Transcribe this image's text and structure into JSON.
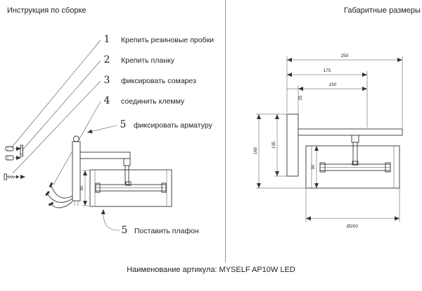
{
  "page": {
    "left_title": "Инструкция по сборке",
    "right_title": "Габаритные размеры",
    "footer": "Наименование артикула: MYSELF AP10W LED"
  },
  "steps": [
    {
      "num": "1",
      "label": "Крепить резиновые пробки"
    },
    {
      "num": "2",
      "label": "Крепить планку"
    },
    {
      "num": "3",
      "label": "фиксировать сомарез"
    },
    {
      "num": "4",
      "label": "соединить клемму"
    },
    {
      "num": "5",
      "label": "фиксировать арматуру"
    },
    {
      "num": "5",
      "label": "Поставить плафон"
    }
  ],
  "dims": {
    "left_shade_height": "90",
    "width_total": "250",
    "width_to_stem": "175",
    "width_arm": "150",
    "plate_thickness": "25",
    "plate_height": "135",
    "height_total": "160",
    "shade_height": "90",
    "shade_diameter": "Ø200"
  }
}
